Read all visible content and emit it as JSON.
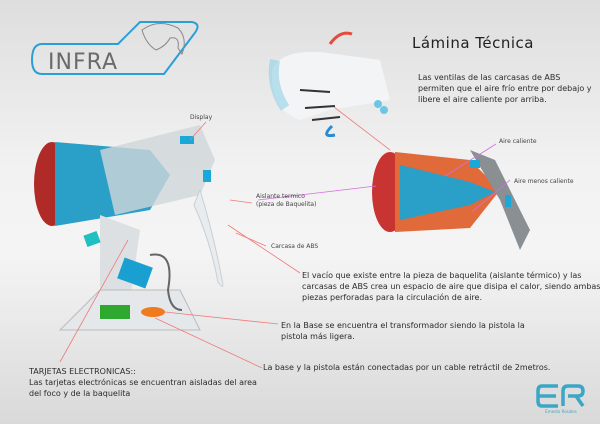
{
  "document": {
    "title": "Lámina Técnica",
    "brand_logo": {
      "text": "INFRA",
      "icon": "elephant-head-icon",
      "border_color": "#2a9fd6"
    },
    "author_logo": {
      "initials": "ER",
      "name": "Ernesto Rosales",
      "color": "#3ba6c6"
    }
  },
  "annotations": {
    "vents": "Las ventilas de las carcasas de ABS permiten que el aire frío entre por debajo y libere el aire caliente por arriba.",
    "display": "Display",
    "aislante": [
      "Aislante termico",
      "(pieza de Baquelita)"
    ],
    "carcasa": "Carcasa de ABS",
    "aire_caliente": "Aire caliente",
    "aire_menos_caliente": "Aire menos caliente",
    "vacio": "El vacío que existe entre la pieza de baquelita (aislante térmico) y las carcasas de ABS crea un espacio de aire que disipa el calor, siendo ambas piezas perforadas para la circulación de aire.",
    "base": "En la Base se encuentra el transformador siendo la pistola la pistola más ligera.",
    "cable": "La base y la pistola están conectadas por un cable retráctil de 2metros.",
    "tarjetas_title": "TARJETAS ELECTRONICAS::",
    "tarjetas_body": "Las tarjetas electrónicas se encuentran aisladas del area del foco y de la baquelita"
  },
  "colors": {
    "leader_line": "#f07a7a",
    "airflow_line": "#d46ee0",
    "shell_blue": "#1a9cc4",
    "nozzle_red": "#c0302c",
    "board_green": "#2ea82e",
    "coil_orange": "#f07a1e"
  }
}
